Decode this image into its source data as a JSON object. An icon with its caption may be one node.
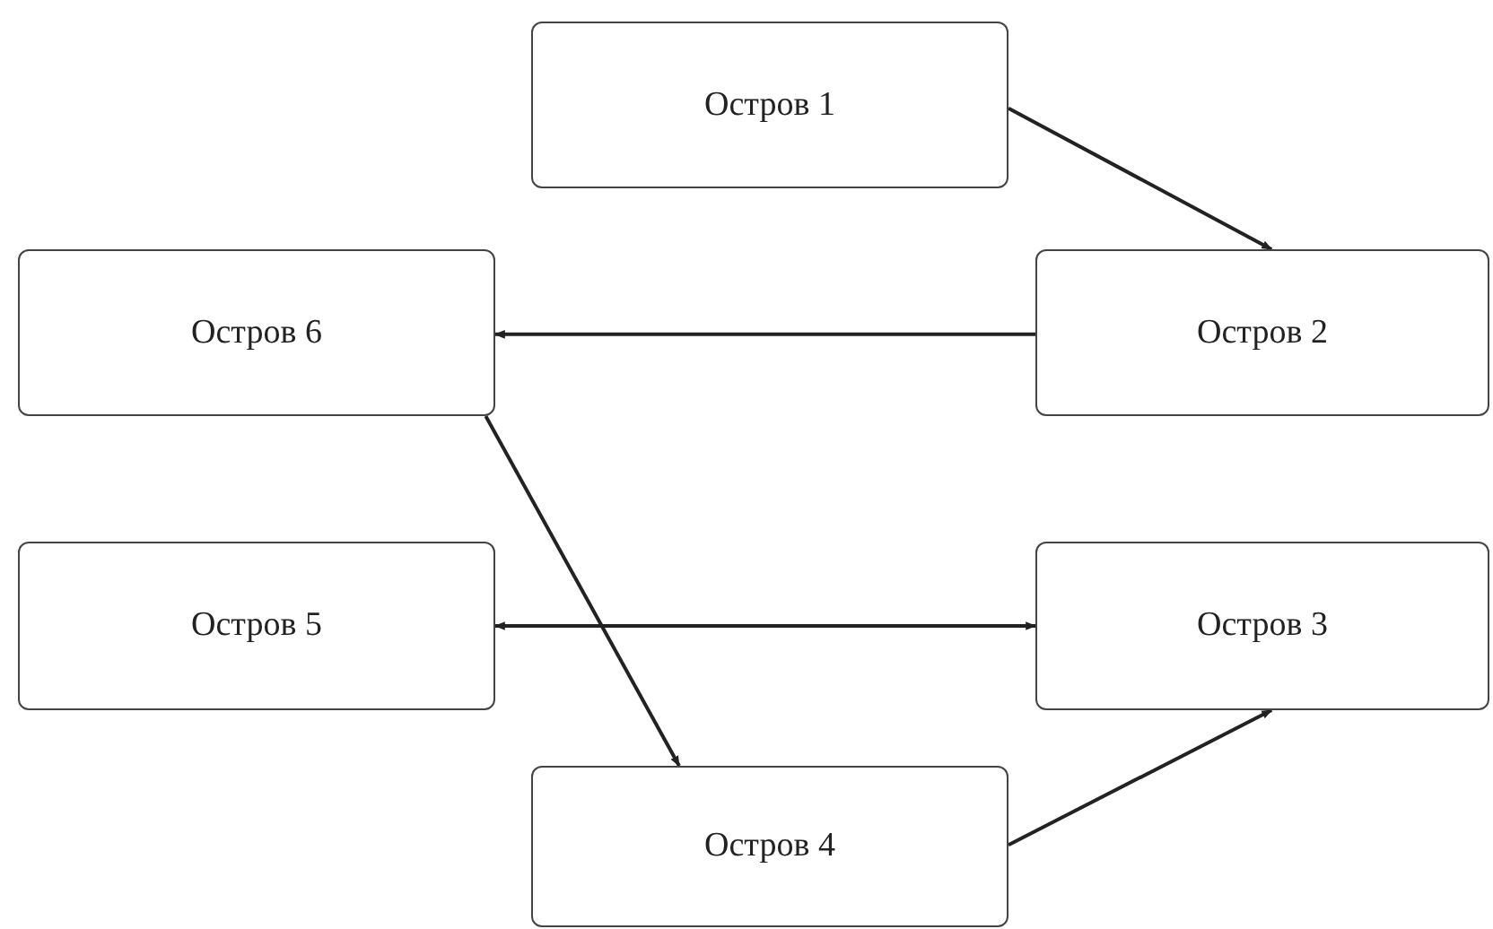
{
  "diagram": {
    "nodes": [
      {
        "text": [
          "Остров 1"
        ]
      },
      {
        "text": [
          "Остров 6"
        ]
      },
      {
        "text": [
          "Остров 2"
        ]
      },
      {
        "text": [
          "Остров 5"
        ]
      },
      {
        "text": [
          "Остров 3"
        ]
      },
      {
        "text": [
          "Остров 4"
        ]
      }
    ],
    "edges": [
      {
        "from": 0,
        "to": 2,
        "arrow": "to"
      },
      {
        "from": 2,
        "to": 1,
        "arrow": "to"
      },
      {
        "from": 1,
        "to": 5,
        "arrow": "to"
      },
      {
        "from": 3,
        "to": 4,
        "arrow": "both"
      },
      {
        "from": 5,
        "to": 4,
        "arrow": "to"
      }
    ]
  }
}
